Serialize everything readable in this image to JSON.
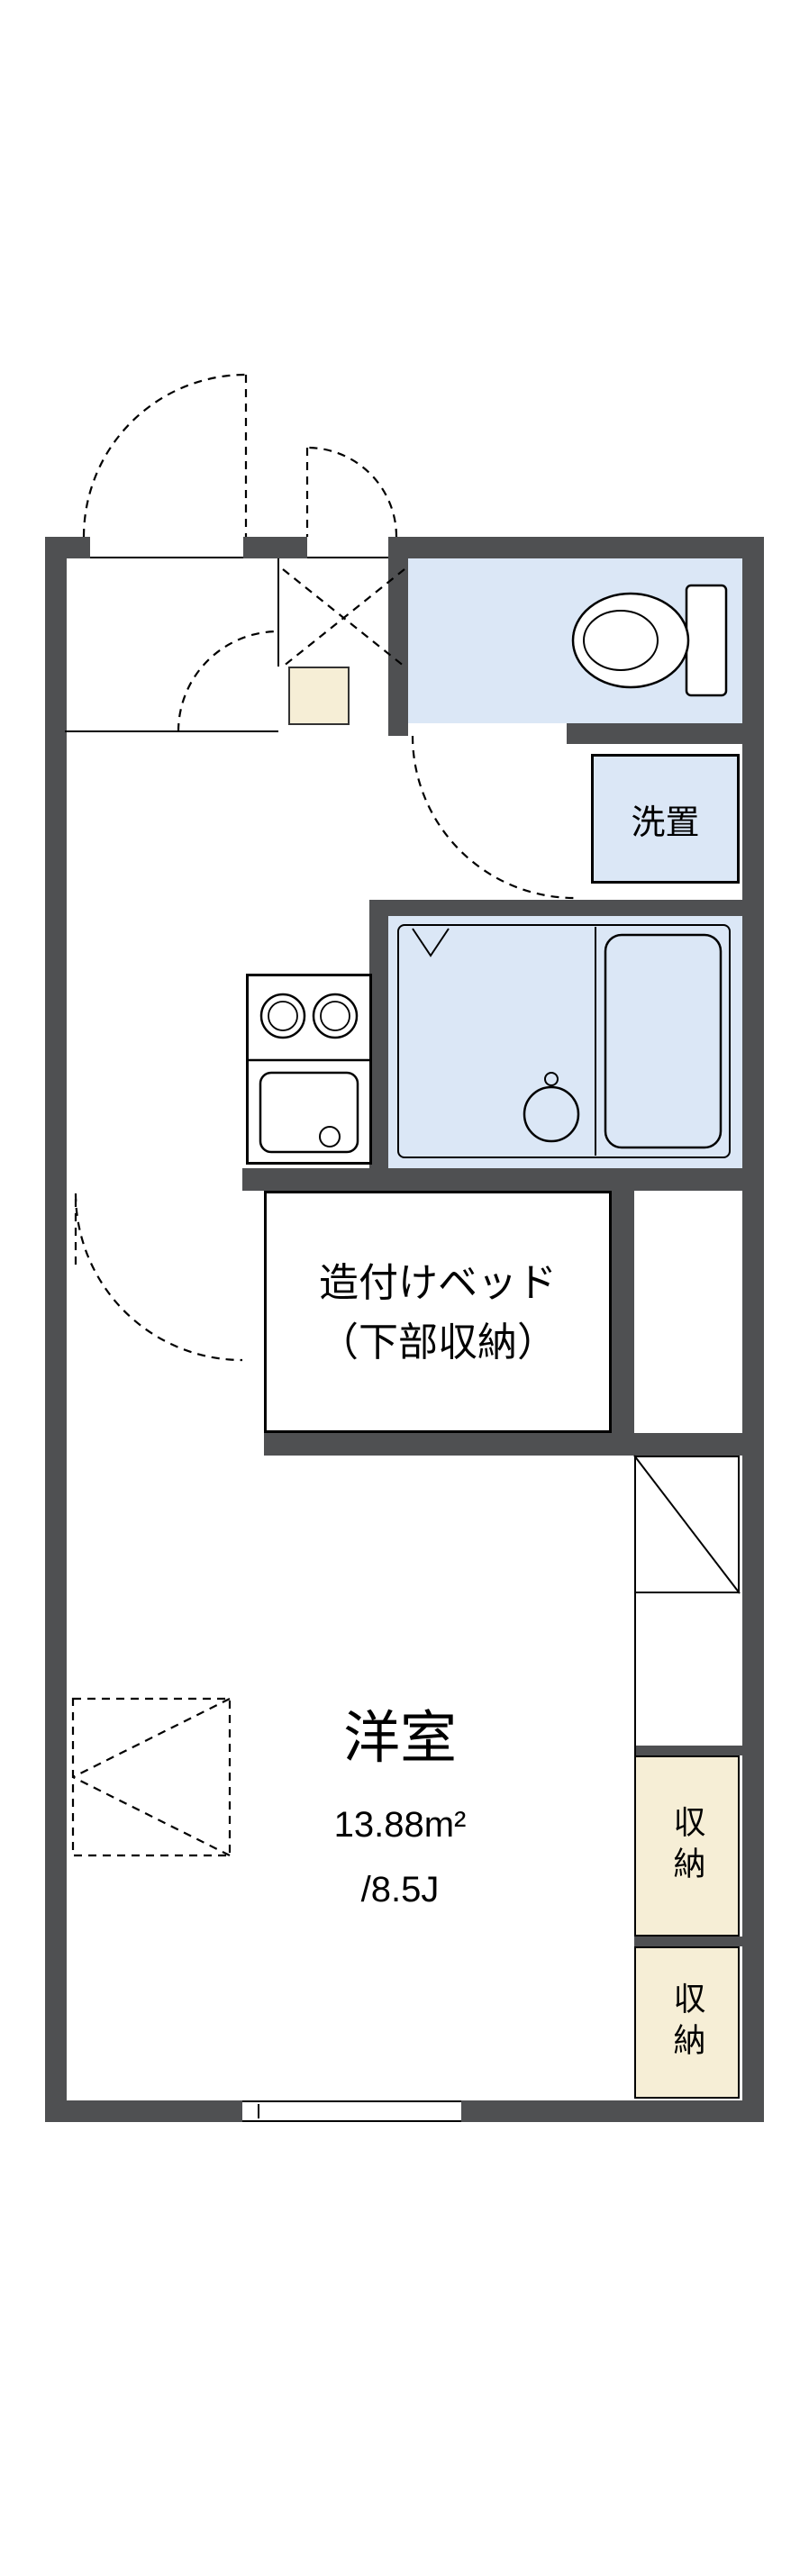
{
  "colors": {
    "wall": "#4f5052",
    "water": "#dbe7f6",
    "storage": "#f6eed6"
  },
  "labels": {
    "washer": "洗置",
    "bed_line1": "造付けベッド",
    "bed_line2": "（下部収納）",
    "room_name": "洋室",
    "room_area": "13.88m²",
    "room_tatami": "/8.5J",
    "storage_top": "収納",
    "storage_bottom": "収納"
  }
}
